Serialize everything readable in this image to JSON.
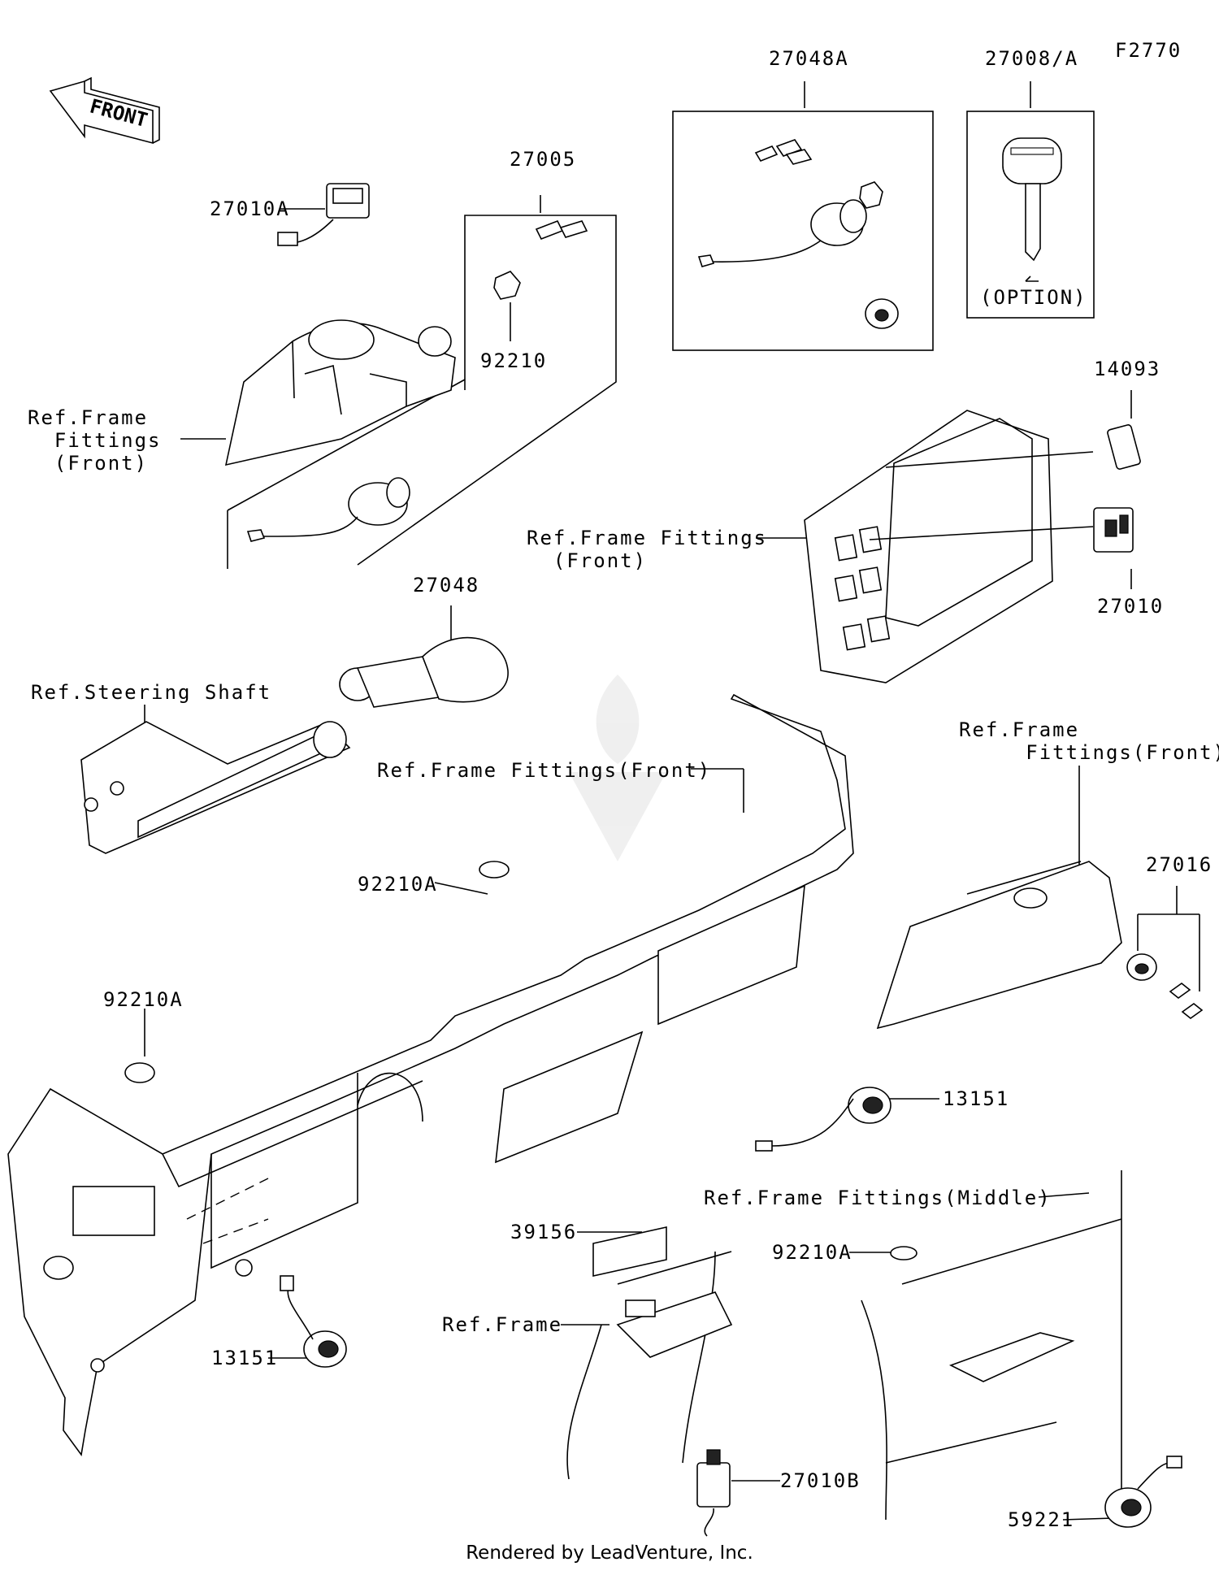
{
  "diagram_code": "F2770",
  "front_arrow": {
    "text": "FRONT",
    "icon": "front-arrow-icon"
  },
  "labels": {
    "p27048A": "27048A",
    "p27008A": "27008/A",
    "option": "(OPTION)",
    "p27005": "27005",
    "p27010A": "27010A",
    "p92210": "92210",
    "ref_frame_fittings_front_1": "Ref.Frame\n  Fittings\n  (Front)",
    "p14093": "14093",
    "ref_frame_fittings_front_2": "Ref.Frame Fittings\n  (Front)",
    "p27010": "27010",
    "p27048": "27048",
    "ref_steering_shaft": "Ref.Steering Shaft",
    "ref_frame_fittings_front_3": "Ref.Frame\n     Fittings(Front)",
    "ref_frame_fittings_front_4": "Ref.Frame Fittings(Front)",
    "p92210A_1": "92210A",
    "p27016": "27016",
    "p92210A_2": "92210A",
    "p13151_1": "13151",
    "ref_frame_fittings_middle": "Ref.Frame Fittings(Middle)",
    "p39156": "39156",
    "p92210A_3": "92210A",
    "ref_frame": "Ref.Frame",
    "p13151_2": "13151",
    "p27010B": "27010B",
    "p59221": "59221"
  },
  "footer": "Rendered by LeadVenture, Inc."
}
